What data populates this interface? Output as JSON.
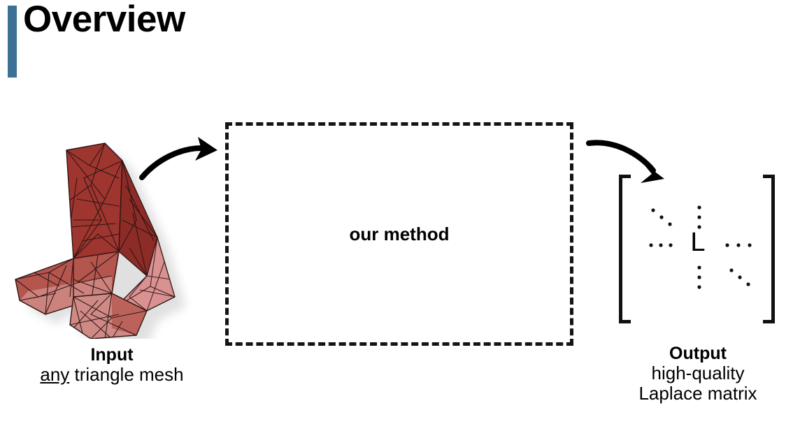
{
  "slide": {
    "title": "Overview",
    "accent_color": "#3b7194",
    "background_color": "#ffffff",
    "text_color": "#000000"
  },
  "input": {
    "figure_name": "triangle-mesh-cross",
    "figure_description": "red triangulated 3D cross-shaped mesh with drop shadow",
    "mesh_color_dark": "#9e352f",
    "mesh_color_mid": "#b4554e",
    "mesh_color_light": "#d99191",
    "mesh_edge_color": "#2b1412",
    "caption_title": "Input",
    "caption_emphasis": "any",
    "caption_rest": " triangle mesh"
  },
  "method": {
    "label": "our method",
    "border_style": "dashed",
    "border_color": "#141414"
  },
  "output": {
    "matrix_symbol": "L",
    "dots_upper_left_diagonal": "⋱",
    "dots_left_horizontal": "⋯",
    "dots_top_vertical": "⋮",
    "dots_right_horizontal": "⋯",
    "dots_bottom_vertical": "⋮",
    "dots_lower_right_diagonal": "⋱",
    "caption_title": "Output",
    "caption_line1": "high-quality",
    "caption_line2": "Laplace matrix"
  },
  "arrows": {
    "input_to_method": "curved-arrow-right",
    "method_to_output": "curved-arrow-down-right"
  }
}
